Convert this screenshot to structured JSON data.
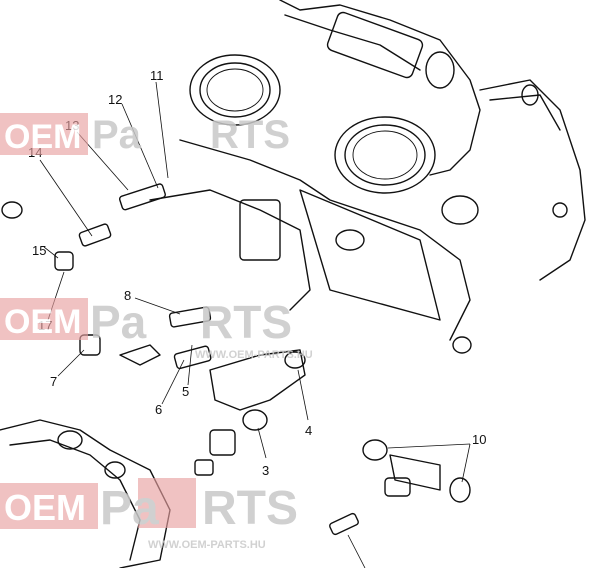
{
  "diagram": {
    "callouts": [
      "11",
      "12",
      "13",
      "14",
      "15",
      "17",
      "8",
      "7",
      "6",
      "5",
      "4",
      "3",
      "10"
    ]
  },
  "watermark": {
    "brand_left": "OEM",
    "brand_right_a": "Pa",
    "brand_right_b": "RTS",
    "url": "WWW.OEM-PARTS.HU"
  },
  "colors": {
    "watermark_red": "#e8a0a0",
    "watermark_grey": "#c8c8c8",
    "line_art": "#111111"
  }
}
